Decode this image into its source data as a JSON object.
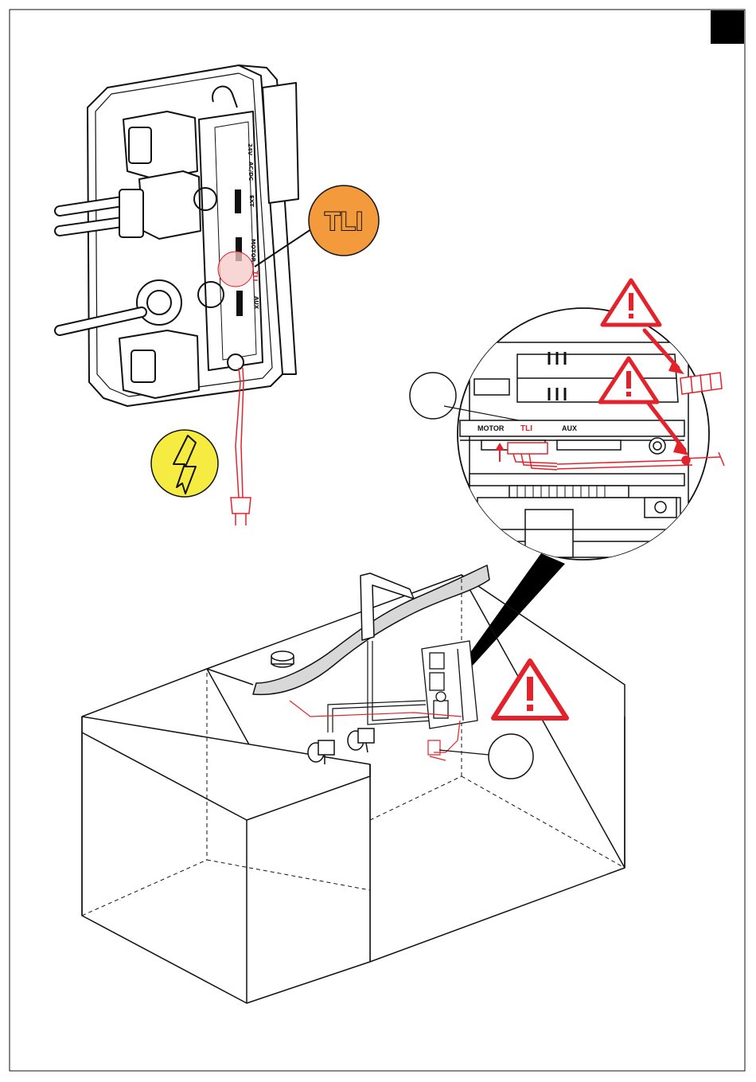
{
  "callouts": {
    "tli_badge": "TLI",
    "tli_vertical": "TLI",
    "ports_vertical": [
      "24V",
      "AC/DC",
      "EXT",
      "MOTOR",
      "TLI",
      "AUX"
    ]
  },
  "detail": {
    "port_motor": "MOTOR",
    "port_tli": "TLI",
    "port_aux": "AUX"
  },
  "colors": {
    "accent_red": "#e3232b",
    "badge_orange": "#f39a3c",
    "warning_yellow": "#f6ec41",
    "line_black": "#111111",
    "corner_tab": "#000000"
  },
  "icons": {
    "electric_hazard": "lightning-bolt-icon",
    "warning": "warning-triangle-icon"
  }
}
